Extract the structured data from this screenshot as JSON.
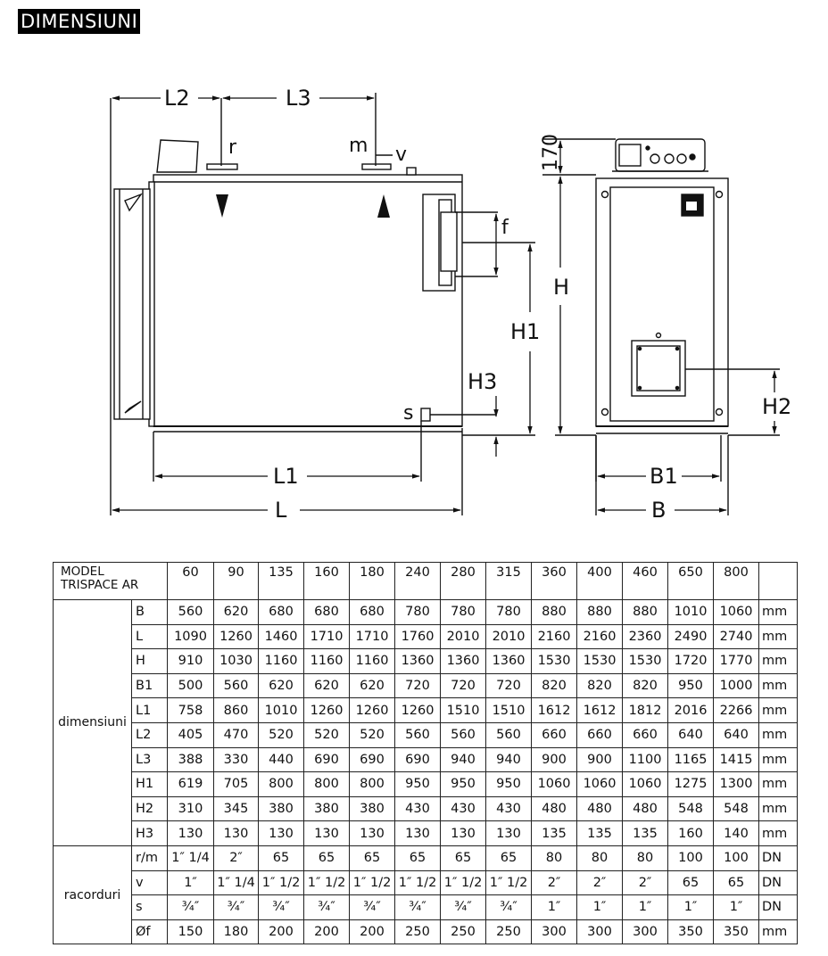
{
  "header": {
    "title": "DIMENSIUNI"
  },
  "drawing": {
    "labels": {
      "L2": "L2",
      "L3": "L3",
      "r": "r",
      "m": "m",
      "v": "v",
      "f": "f",
      "H1": "H1",
      "H3": "H3",
      "s": "s",
      "L1": "L1",
      "L": "L",
      "dim170": "170",
      "H": "H",
      "H2": "H2",
      "B1": "B1",
      "B": "B"
    }
  },
  "table": {
    "model_line1": "MODEL",
    "model_line2": "TRISPACE AR",
    "models": [
      "60",
      "90",
      "135",
      "160",
      "180",
      "240",
      "280",
      "315",
      "360",
      "400",
      "460",
      "650",
      "800"
    ],
    "groups": [
      {
        "name": "dimensiuni",
        "rows": [
          {
            "param": "B",
            "values": [
              "560",
              "620",
              "680",
              "680",
              "680",
              "780",
              "780",
              "780",
              "880",
              "880",
              "880",
              "1010",
              "1060"
            ],
            "unit": "mm"
          },
          {
            "param": "L",
            "values": [
              "1090",
              "1260",
              "1460",
              "1710",
              "1710",
              "1760",
              "2010",
              "2010",
              "2160",
              "2160",
              "2360",
              "2490",
              "2740"
            ],
            "unit": "mm"
          },
          {
            "param": "H",
            "values": [
              "910",
              "1030",
              "1160",
              "1160",
              "1160",
              "1360",
              "1360",
              "1360",
              "1530",
              "1530",
              "1530",
              "1720",
              "1770"
            ],
            "unit": "mm"
          },
          {
            "param": "B1",
            "values": [
              "500",
              "560",
              "620",
              "620",
              "620",
              "720",
              "720",
              "720",
              "820",
              "820",
              "820",
              "950",
              "1000"
            ],
            "unit": "mm"
          },
          {
            "param": "L1",
            "values": [
              "758",
              "860",
              "1010",
              "1260",
              "1260",
              "1260",
              "1510",
              "1510",
              "1612",
              "1612",
              "1812",
              "2016",
              "2266"
            ],
            "unit": "mm"
          },
          {
            "param": "L2",
            "values": [
              "405",
              "470",
              "520",
              "520",
              "520",
              "560",
              "560",
              "560",
              "660",
              "660",
              "660",
              "640",
              "640"
            ],
            "unit": "mm"
          },
          {
            "param": "L3",
            "values": [
              "388",
              "330",
              "440",
              "690",
              "690",
              "690",
              "940",
              "940",
              "900",
              "900",
              "1100",
              "1165",
              "1415"
            ],
            "unit": "mm"
          },
          {
            "param": "H1",
            "values": [
              "619",
              "705",
              "800",
              "800",
              "800",
              "950",
              "950",
              "950",
              "1060",
              "1060",
              "1060",
              "1275",
              "1300"
            ],
            "unit": "mm"
          },
          {
            "param": "H2",
            "values": [
              "310",
              "345",
              "380",
              "380",
              "380",
              "430",
              "430",
              "430",
              "480",
              "480",
              "480",
              "548",
              "548"
            ],
            "unit": "mm"
          },
          {
            "param": "H3",
            "values": [
              "130",
              "130",
              "130",
              "130",
              "130",
              "130",
              "130",
              "130",
              "135",
              "135",
              "135",
              "160",
              "140"
            ],
            "unit": "mm"
          }
        ]
      },
      {
        "name": "racorduri",
        "rows": [
          {
            "param": "r/m",
            "values": [
              "1″ 1/4",
              "2″",
              "65",
              "65",
              "65",
              "65",
              "65",
              "65",
              "80",
              "80",
              "80",
              "100",
              "100"
            ],
            "unit": "DN"
          },
          {
            "param": "v",
            "values": [
              "1″",
              "1″ 1/4",
              "1″ 1/2",
              "1″ 1/2",
              "1″ 1/2",
              "1″ 1/2",
              "1″ 1/2",
              "1″ 1/2",
              "2″",
              "2″",
              "2″",
              "65",
              "65"
            ],
            "unit": "DN"
          },
          {
            "param": "s",
            "values": [
              "¾″",
              "¾″",
              "¾″",
              "¾″",
              "¾″",
              "¾″",
              "¾″",
              "¾″",
              "1″",
              "1″",
              "1″",
              "1″",
              "1″"
            ],
            "unit": "DN"
          },
          {
            "param": "Øf",
            "values": [
              "150",
              "180",
              "200",
              "200",
              "200",
              "250",
              "250",
              "250",
              "300",
              "300",
              "300",
              "350",
              "350"
            ],
            "unit": "mm"
          }
        ]
      }
    ]
  }
}
